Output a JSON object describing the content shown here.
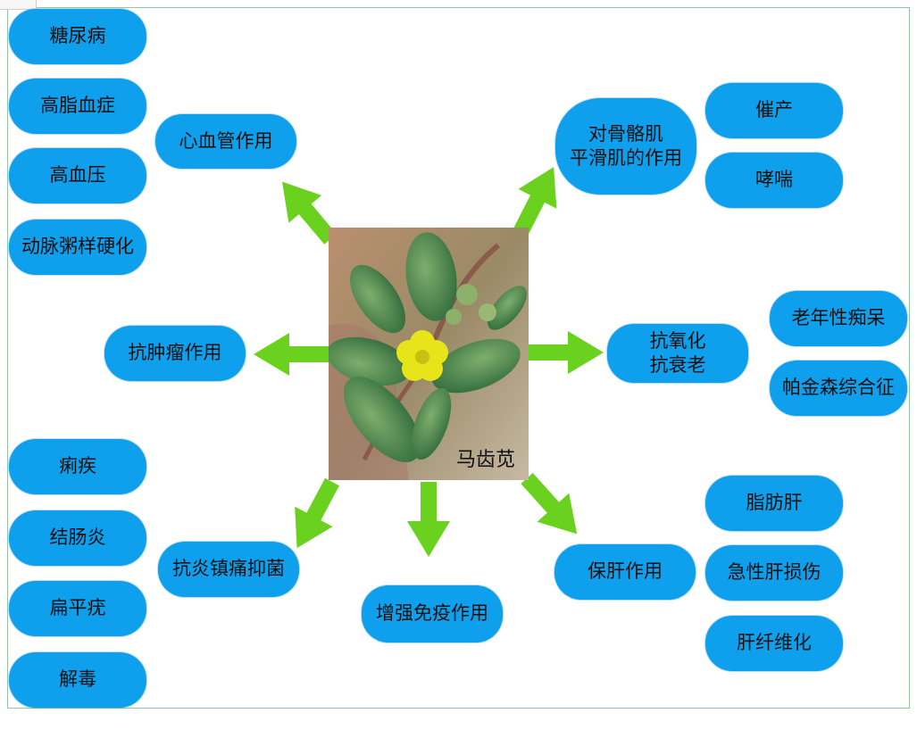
{
  "center": {
    "label": "马齿苋"
  },
  "colors": {
    "pill": "#0ea0ec",
    "arrow": "#6ad21f"
  },
  "categories": {
    "cardio": "心血管作用",
    "muscle": "对骨骼肌\n平滑肌的作用",
    "tumor": "抗肿瘤作用",
    "antioxidant": "抗氧化\n抗衰老",
    "antiinflammatory": "抗炎镇痛抑菌",
    "immune": "增强免疫作用",
    "liver": "保肝作用"
  },
  "cardio_items": [
    "糖尿病",
    "高脂血症",
    "高血压",
    "动脉粥样硬化"
  ],
  "muscle_items": [
    "催产",
    "哮喘"
  ],
  "antioxidant_items": [
    "老年性痴呆",
    "帕金森综合征"
  ],
  "antiinflammatory_items": [
    "痢疾",
    "结肠炎",
    "扁平疣",
    "解毒"
  ],
  "liver_items": [
    "脂肪肝",
    "急性肝损伤",
    "肝纤维化"
  ]
}
